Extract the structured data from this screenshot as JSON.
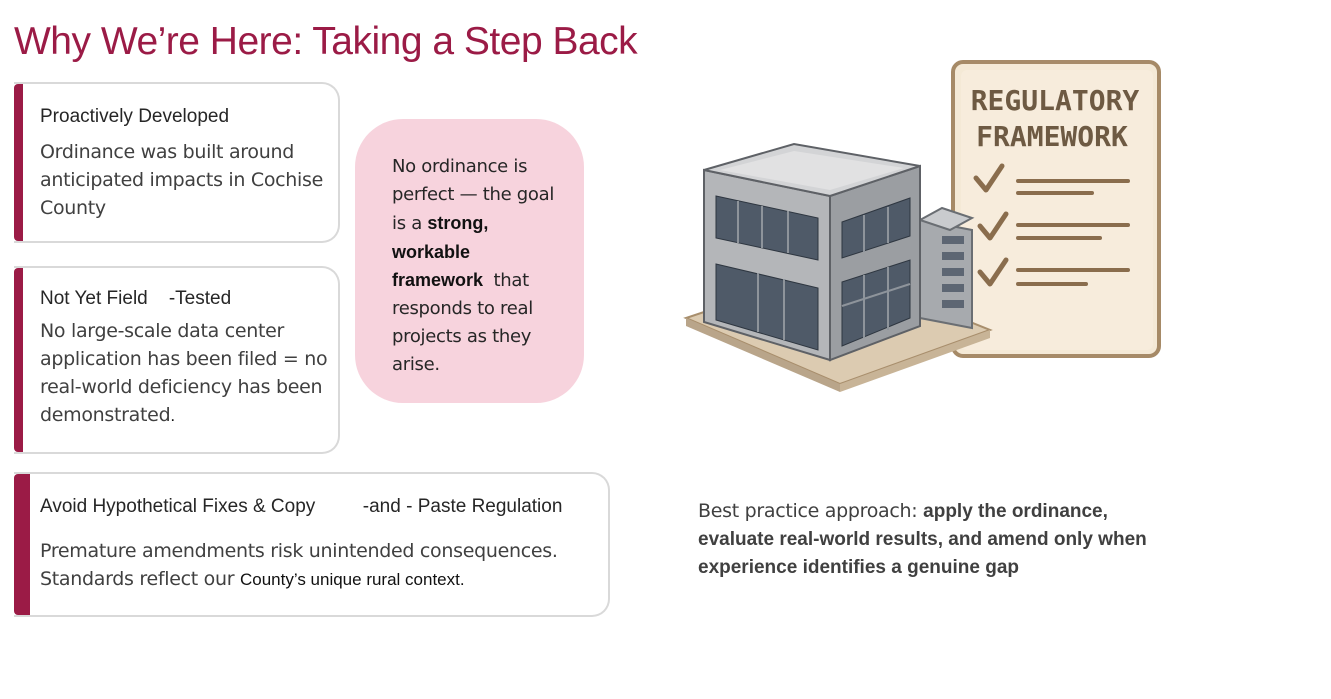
{
  "slide": {
    "title": "Why We’re Here: Taking a Step Back"
  },
  "cards": [
    {
      "title": "Proactively Developed",
      "body_lines": [
        "Ordinance was built around",
        "anticipated impacts in Cochise",
        "County"
      ]
    },
    {
      "title": "Not Yet Field    -Tested",
      "body_lines": [
        "No large-scale data center",
        "application has been filed = no",
        "real-world deficiency has been"
      ],
      "body_last": "demonstrated",
      "body_last_punct": "."
    },
    {
      "title": "Avoid Hypothetical Fixes & Copy         -and - Paste Regulation",
      "body_line1": "Premature amendments risk unintended consequences.",
      "body_line2_a": "Standards reflect our ",
      "body_line2_b": "County’s unique rural context",
      "body_line2_c": "."
    }
  ],
  "bubble": {
    "lines_a": [
      "No ordinance is",
      "perfect — the goal",
      "is a "
    ],
    "strong_1": "strong,",
    "strong_2": "workable",
    "strong_3": "framework ",
    "rest_1": " that",
    "rest_2": "responds to real",
    "rest_3": "projects as they",
    "rest_4": "arise."
  },
  "illustration": {
    "sign_line1": "REGULATORY",
    "sign_line2": "FRAMEWORK"
  },
  "practice": {
    "lead": "Best practice approach: ",
    "strong_1": "apply the ordinance,",
    "strong_2": "evaluate real-world results, and amend only when",
    "strong_3": "experience identifies a genuine gap"
  },
  "colors": {
    "accent": "#9b1b46",
    "bubble": "#f7d3dd",
    "border": "#d9d9d9"
  }
}
